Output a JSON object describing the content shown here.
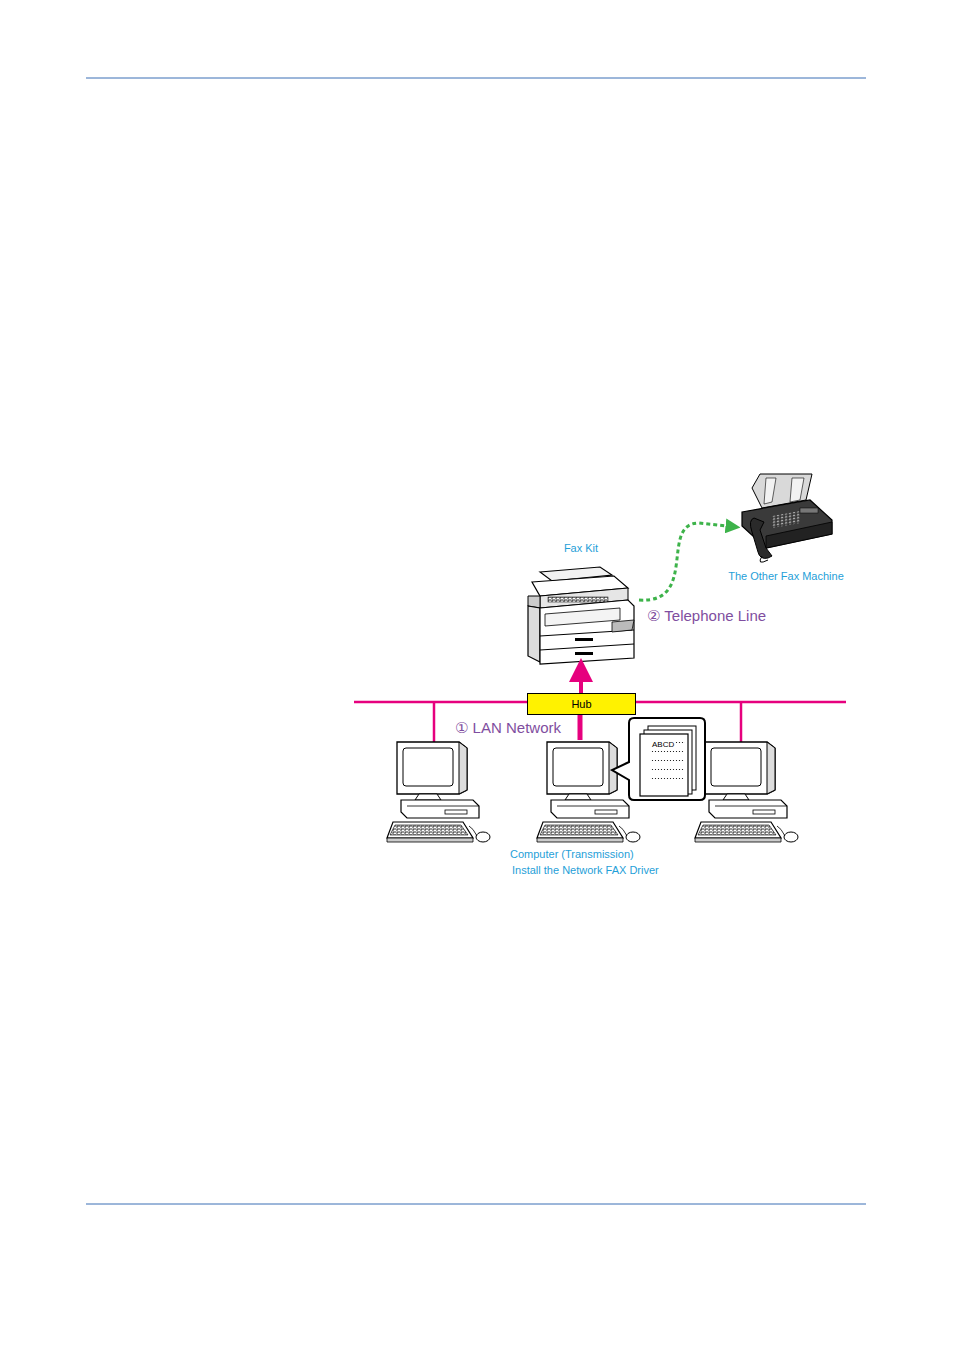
{
  "diagram": {
    "nodes": [
      {
        "text": [
          "Fax Kit"
        ]
      },
      {
        "text": [
          "The Other Fax Machine"
        ]
      },
      {
        "text": [
          "Hub"
        ]
      },
      {
        "text": [
          "Computer (Transmission)",
          "Install the Network FAX Driver"
        ]
      }
    ],
    "edges": [
      {
        "from": 2,
        "to": 0,
        "arrow": "to"
      },
      {
        "from": 0,
        "to": 1,
        "arrow": "to",
        "label": "② Telephone Line"
      },
      {
        "from": 3,
        "to": 2,
        "arrow": "none"
      }
    ],
    "labels": [
      "① LAN Network",
      "ABCD"
    ]
  }
}
